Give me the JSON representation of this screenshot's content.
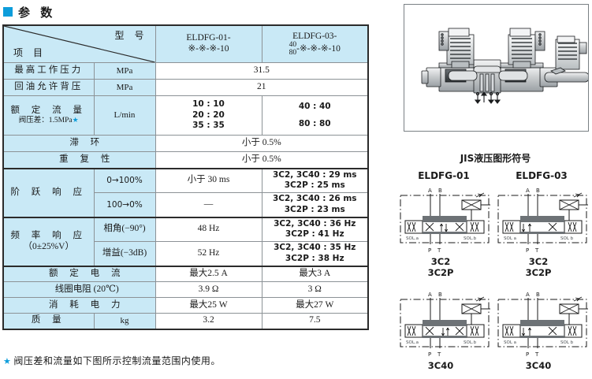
{
  "section": {
    "title": "参  数",
    "marker_color": "#0d9ddb"
  },
  "table": {
    "corner": {
      "model_label": "型  号",
      "item_label": "项  目"
    },
    "columns": [
      {
        "line1": "ELDFG-01-",
        "line2": "※-※-※-10",
        "frac_num": "",
        "frac_den": ""
      },
      {
        "line1": "ELDFG-03-",
        "line2": "-※-※-※-10",
        "frac_num": "40",
        "frac_den": "80"
      }
    ],
    "rows": [
      {
        "name": "最高工作压力",
        "unit": "MPa",
        "sub": "",
        "span": true,
        "value": "31.5"
      },
      {
        "name": "回油允许背压",
        "unit": "MPa",
        "sub": "",
        "span": true,
        "value": "21"
      },
      {
        "name": "额 定 流 量",
        "unit": "L/min",
        "sub": "阀压差：1.5MPa",
        "span": false,
        "v1": [
          "10 : 10",
          "20 : 20",
          "35 : 35"
        ],
        "v2": [
          "40 : 40",
          "80 : 80"
        ]
      },
      {
        "name": "滞        环",
        "unit": "",
        "sub": "",
        "span": true,
        "value": "小于 0.5%"
      },
      {
        "name": "重   复   性",
        "unit": "",
        "sub": "",
        "span": true,
        "value": "小于 0.5%"
      }
    ],
    "step_response": {
      "name": "阶 跃 响 应",
      "sub_rows": [
        {
          "cond": "0→100%",
          "v1": "小于 30 ms",
          "v2_a": "3C2, 3C40 : 29 ms",
          "v2_b": "3C2P : 25 ms"
        },
        {
          "cond": "100→0%",
          "v1": "—",
          "v2_a": "3C2, 3C40 : 26 ms",
          "v2_b": "3C2P : 23 ms"
        }
      ]
    },
    "freq_response": {
      "name": "频 率 响 应",
      "name2": "（0±25%V）",
      "sub_rows": [
        {
          "cond": "相角(−90°)",
          "v1": "48 Hz",
          "v2_a": "3C2, 3C40 : 36 Hz",
          "v2_b": "3C2P : 41 Hz"
        },
        {
          "cond": "增益(−3dB)",
          "v1": "52 Hz",
          "v2_a": "3C2, 3C40 : 35 Hz",
          "v2_b": "3C2P : 38 Hz"
        }
      ]
    },
    "tail_rows": [
      {
        "name": "额 定 电 流",
        "unit": "",
        "v1": "最大2.5 A",
        "v2": "最大3 A"
      },
      {
        "name": "线圈电阻 (20℃)",
        "unit": "",
        "v1": "3.9 Ω",
        "v2": "3 Ω"
      },
      {
        "name": "消 耗 电 力",
        "unit": "",
        "v1": "最大25 W",
        "v2": "最大27 W"
      },
      {
        "name": "质        量",
        "unit": "kg",
        "v1": "3.2",
        "v2": "7.5"
      }
    ]
  },
  "footnote": {
    "star": "★",
    "text": "阀压差和流量如下图所示控制流量范围内使用。"
  },
  "jis": {
    "title": "JIS液压图形符号",
    "columns": [
      {
        "header": "ELDFG-01",
        "sol_a": "SOL.a",
        "sol_b": "SOL.b"
      },
      {
        "header": "ELDFG-03",
        "sol_a": "SOL a",
        "sol_b": "SOL b"
      }
    ],
    "port_top": {
      "a": "A",
      "b": "B"
    },
    "port_bottom": {
      "p": "P",
      "t": "T"
    },
    "captions_top": [
      "3C2",
      "3C2P"
    ],
    "captions_bottom": "3C40"
  }
}
